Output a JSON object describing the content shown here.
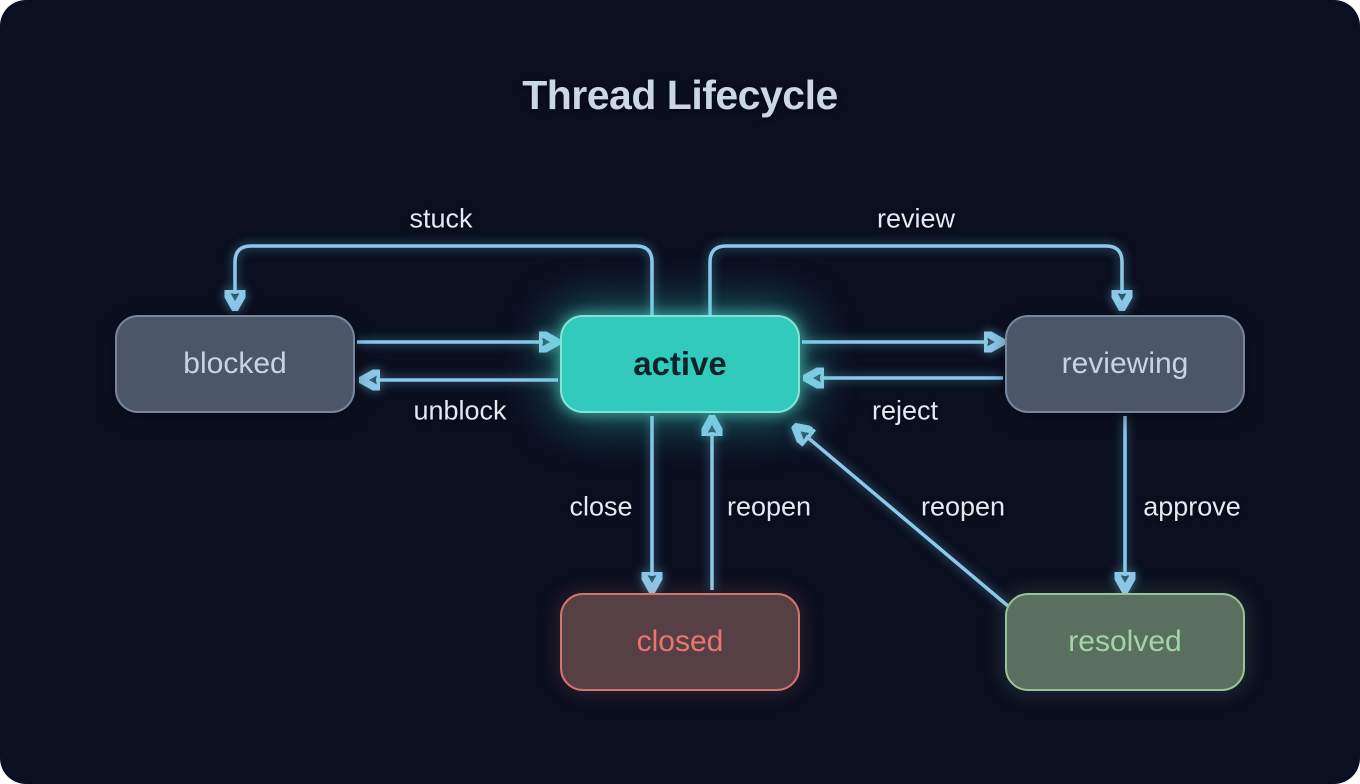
{
  "title": "Thread Lifecycle",
  "colors": {
    "background": "#0b0f20",
    "arrow": "#8cc8e8",
    "title_text": "#c9d7e7",
    "slate_node_fill": "#4b5669",
    "slate_node_text": "#c8d4e5",
    "active_node_fill": "#31cabd",
    "active_node_border": "#7fe4d9",
    "active_node_text": "#0e2229",
    "closed_node_fill": "#564045",
    "closed_node_text": "#e8766f",
    "resolved_node_fill": "#5a6f5d",
    "resolved_node_text": "#a3d5a4"
  },
  "diagram": {
    "nodes": [
      {
        "id": "blocked",
        "label": "blocked",
        "style": "slate"
      },
      {
        "id": "active",
        "label": "active",
        "style": "teal"
      },
      {
        "id": "reviewing",
        "label": "reviewing",
        "style": "slate"
      },
      {
        "id": "closed",
        "label": "closed",
        "style": "red"
      },
      {
        "id": "resolved",
        "label": "resolved",
        "style": "green"
      }
    ],
    "edges": [
      {
        "from": "active",
        "to": "blocked",
        "label": "stuck"
      },
      {
        "from": "blocked",
        "to": "active",
        "label": "unblock"
      },
      {
        "from": "active",
        "to": "reviewing",
        "label": "review"
      },
      {
        "from": "reviewing",
        "to": "active",
        "label": "reject"
      },
      {
        "from": "active",
        "to": "closed",
        "label": "close"
      },
      {
        "from": "closed",
        "to": "active",
        "label": "reopen"
      },
      {
        "from": "resolved",
        "to": "active",
        "label": "reopen"
      },
      {
        "from": "reviewing",
        "to": "resolved",
        "label": "approve"
      }
    ]
  }
}
